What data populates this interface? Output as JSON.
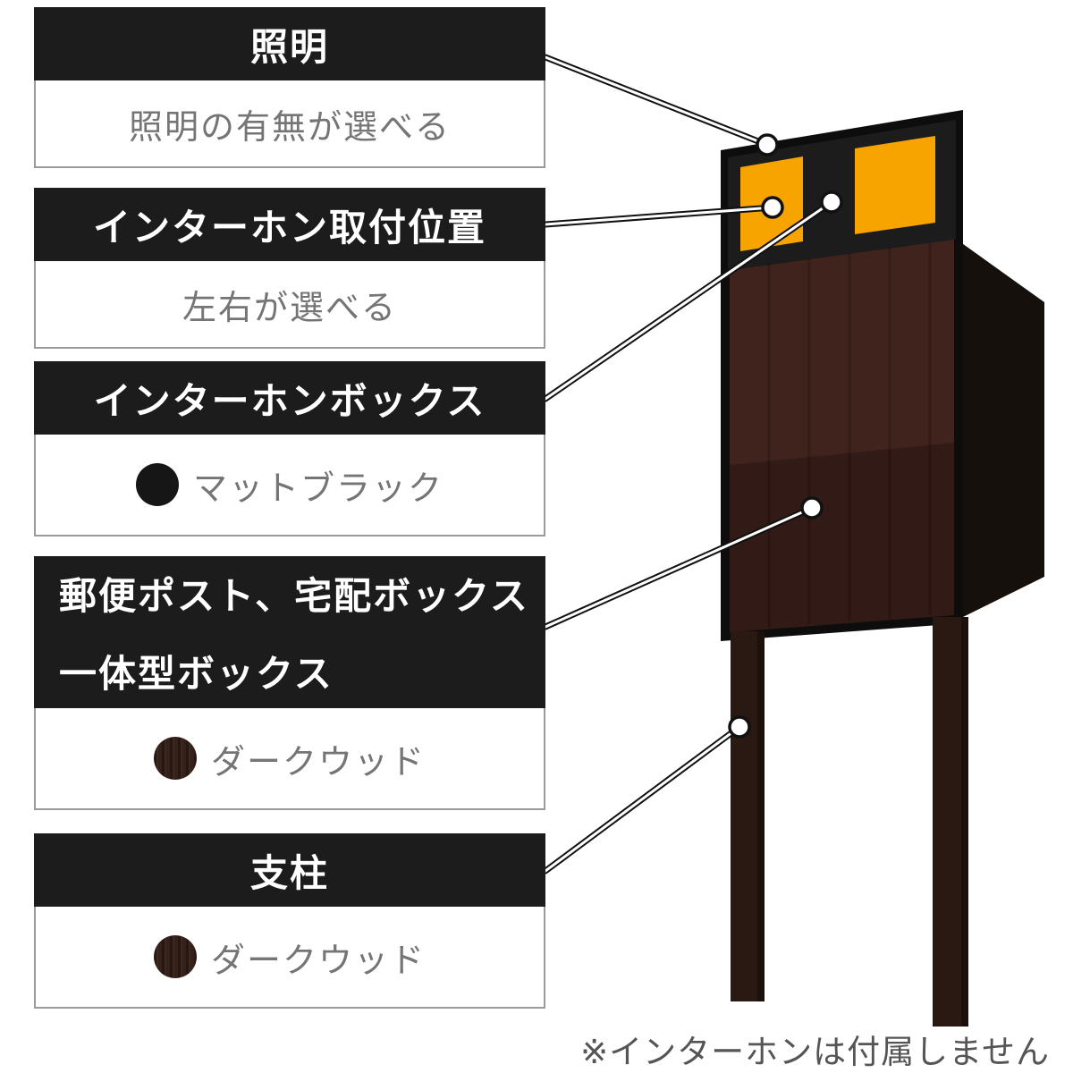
{
  "diagram": {
    "note": "※インターホンは付属しません"
  },
  "labels": [
    {
      "title": "照明",
      "body": "照明の有無が選べる"
    },
    {
      "title": "インターホン取付位置",
      "body": "左右が選べる"
    },
    {
      "title": "インターホンボックス",
      "body": "マットブラック",
      "swatch_color": "#161616"
    },
    {
      "title_line1": "郵便ポスト、宅配ボックス",
      "title_line2": "一体型ボックス",
      "body": "ダークウッド",
      "swatch_color": "#36201a"
    },
    {
      "title": "支柱",
      "body": "ダークウッド",
      "swatch_color": "#36201a"
    }
  ],
  "product": {
    "colors": {
      "wood_panel": "#40231d",
      "frame_black": "#0d0d0d",
      "top_band": "#1c1c1c",
      "side_panel": "#15100c",
      "post": "#2a1913",
      "lighting_orange": "#f7a400"
    }
  }
}
